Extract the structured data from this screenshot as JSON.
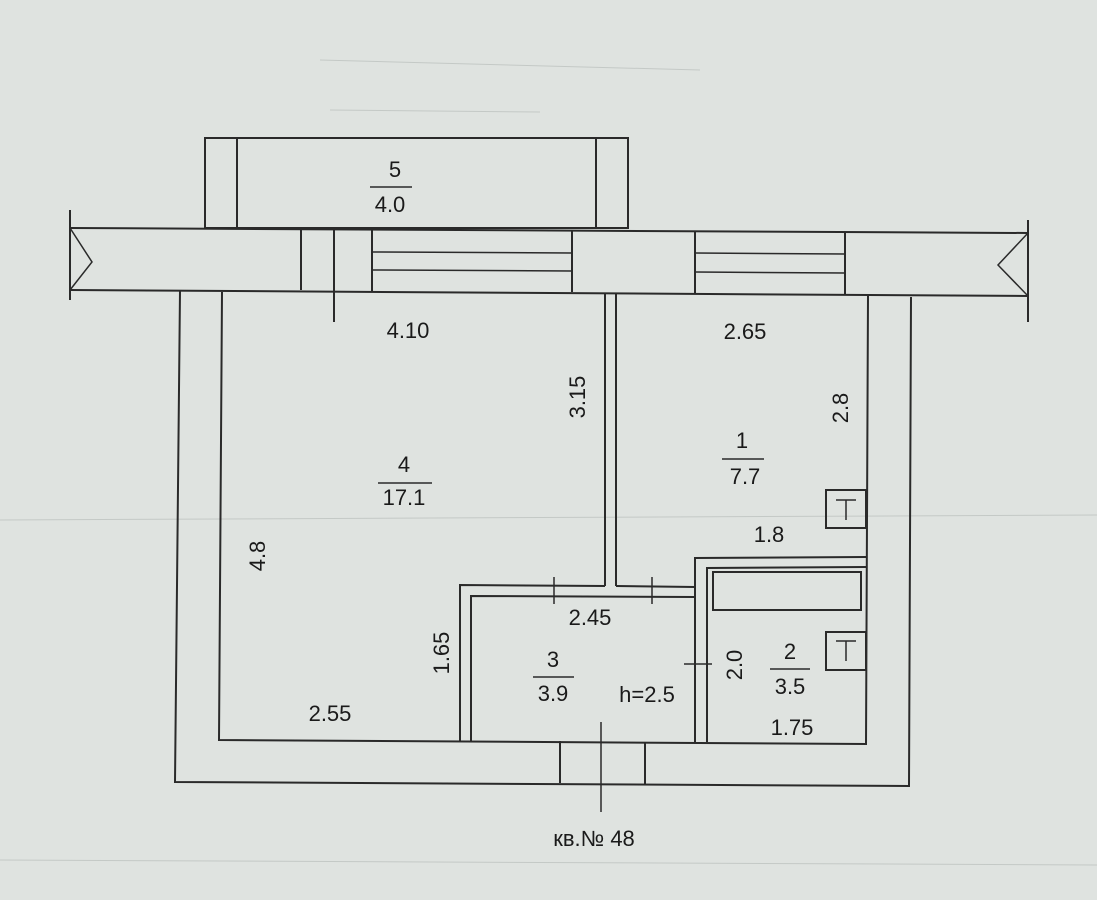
{
  "rooms": [
    {
      "number": "5",
      "area": "4.0"
    },
    {
      "number": "4",
      "area": "17.1"
    },
    {
      "number": "1",
      "area": "7.7"
    },
    {
      "number": "3",
      "area": "3.9"
    },
    {
      "number": "2",
      "area": "3.5"
    }
  ],
  "dimensions": {
    "room4_width": "4.10",
    "room4_length": "4.8",
    "room4_bottom": "2.55",
    "room4_side": "3.15",
    "room1_width": "2.65",
    "room1_length": "2.8",
    "room1_lower": "1.8",
    "room3_width": "2.45",
    "room3_length": "1.65",
    "room3_height": "h=2.5",
    "room2_length": "2.0",
    "room2_width": "1.75"
  },
  "apartment_label": "кв.№ 48",
  "colors": {
    "paper": "#dfe3e0",
    "ink": "#2a2a2a"
  }
}
